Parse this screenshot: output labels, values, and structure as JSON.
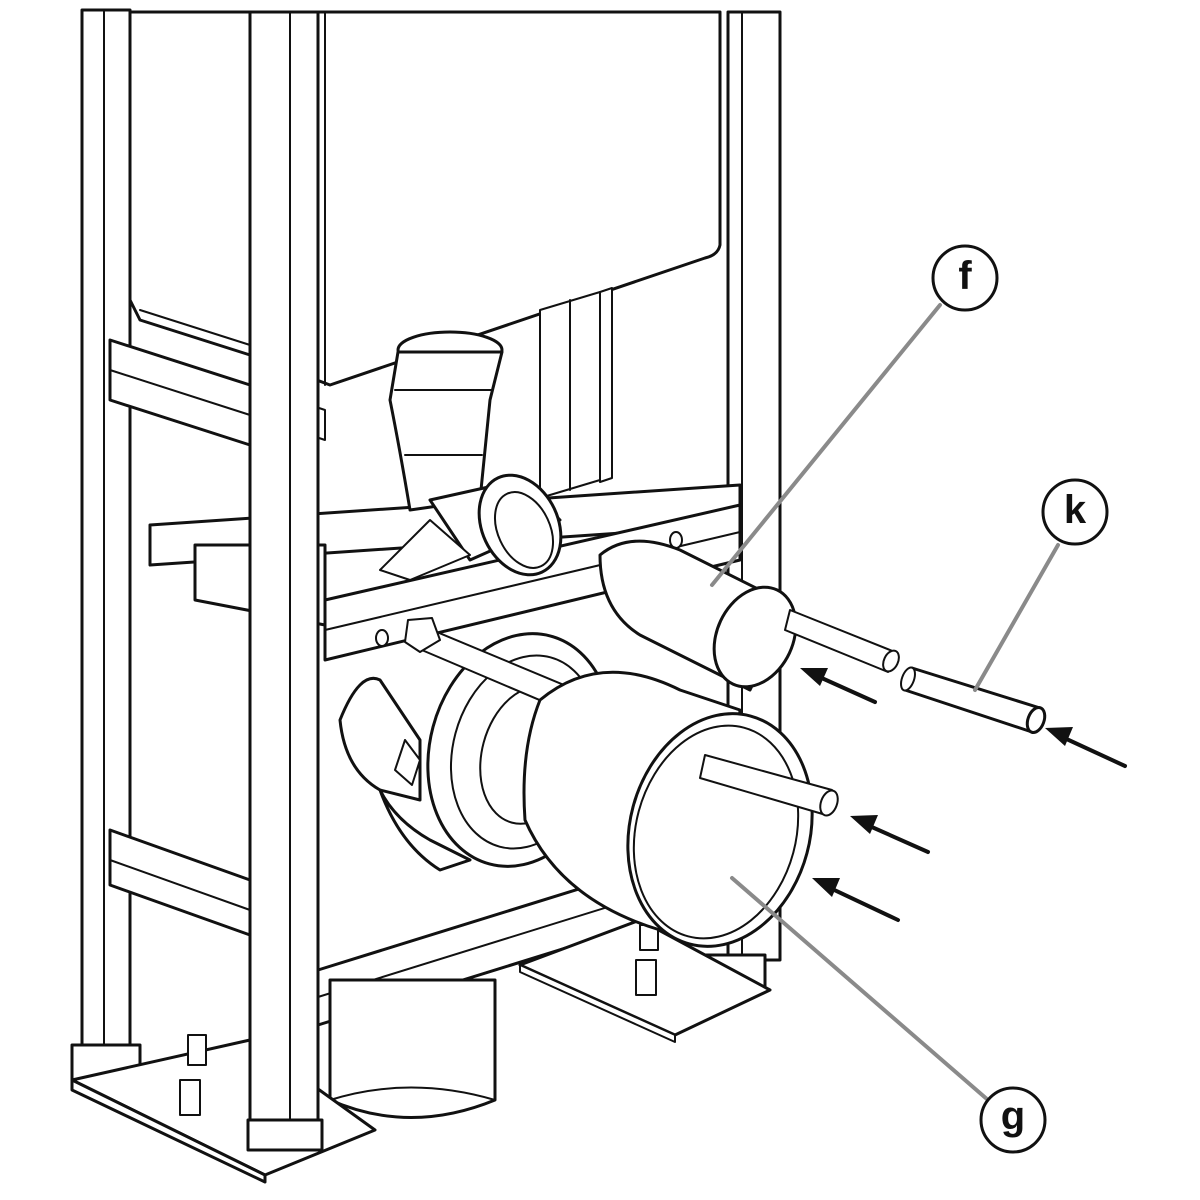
{
  "callouts": {
    "f": "f",
    "k": "k",
    "g": "g"
  },
  "colors": {
    "line": "#111111",
    "leader": "#8a8a8a",
    "background": "#ffffff"
  }
}
